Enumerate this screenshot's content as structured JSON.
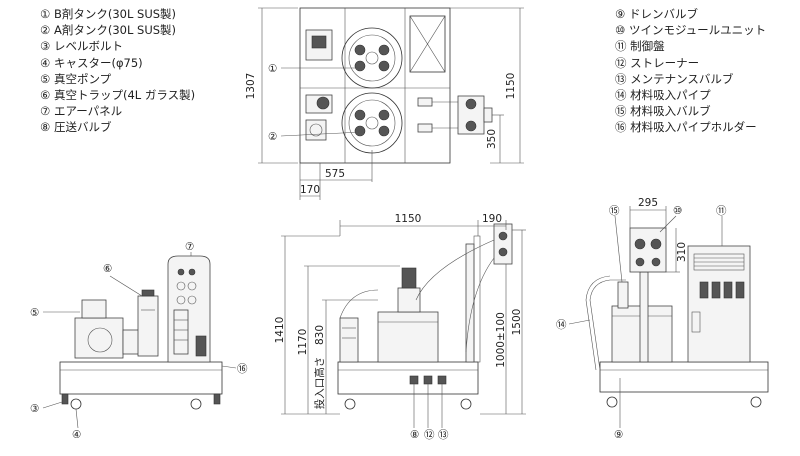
{
  "legend_left": [
    {
      "num": "①",
      "text": "B剤タンク(30L SUS製)"
    },
    {
      "num": "②",
      "text": "A剤タンク(30L SUS製)"
    },
    {
      "num": "③",
      "text": "レベルボルト"
    },
    {
      "num": "④",
      "text": "キャスター(φ75)"
    },
    {
      "num": "⑤",
      "text": "真空ポンプ"
    },
    {
      "num": "⑥",
      "text": "真空トラップ(4L ガラス製)"
    },
    {
      "num": "⑦",
      "text": "エアーパネル"
    },
    {
      "num": "⑧",
      "text": "圧送バルブ"
    }
  ],
  "legend_right": [
    {
      "num": "⑨",
      "text": "ドレンバルブ"
    },
    {
      "num": "⑩",
      "text": "ツインモジュールユニット"
    },
    {
      "num": "⑪",
      "text": "制御盤"
    },
    {
      "num": "⑫",
      "text": "ストレーナー"
    },
    {
      "num": "⑬",
      "text": "メンテナンスバルブ"
    },
    {
      "num": "⑭",
      "text": "材料吸入パイプ"
    },
    {
      "num": "⑮",
      "text": "材料吸入バルブ"
    },
    {
      "num": "⑯",
      "text": "材料吸入パイプホルダー"
    }
  ],
  "dimensions": {
    "top_height": "1307",
    "top_right": "1150",
    "top_right_lower": "350",
    "top_bottom_a": "170",
    "top_bottom_b": "575",
    "front_width": "1150",
    "front_arm": "190",
    "front_h1": "1410",
    "front_h2": "1170",
    "front_h3": "830",
    "front_inlet_label": "投入口高さ",
    "front_h4": "1500",
    "front_h5": "1000±100",
    "side_w": "295",
    "side_h": "310"
  },
  "callouts": {
    "c1": "①",
    "c2": "②",
    "c3": "③",
    "c4": "④",
    "c5": "⑤",
    "c6": "⑥",
    "c7": "⑦",
    "c8": "⑧",
    "c9": "⑨",
    "c10": "⑩",
    "c11": "⑪",
    "c12": "⑫",
    "c13": "⑬",
    "c14": "⑭",
    "c15": "⑮",
    "c16": "⑯"
  }
}
